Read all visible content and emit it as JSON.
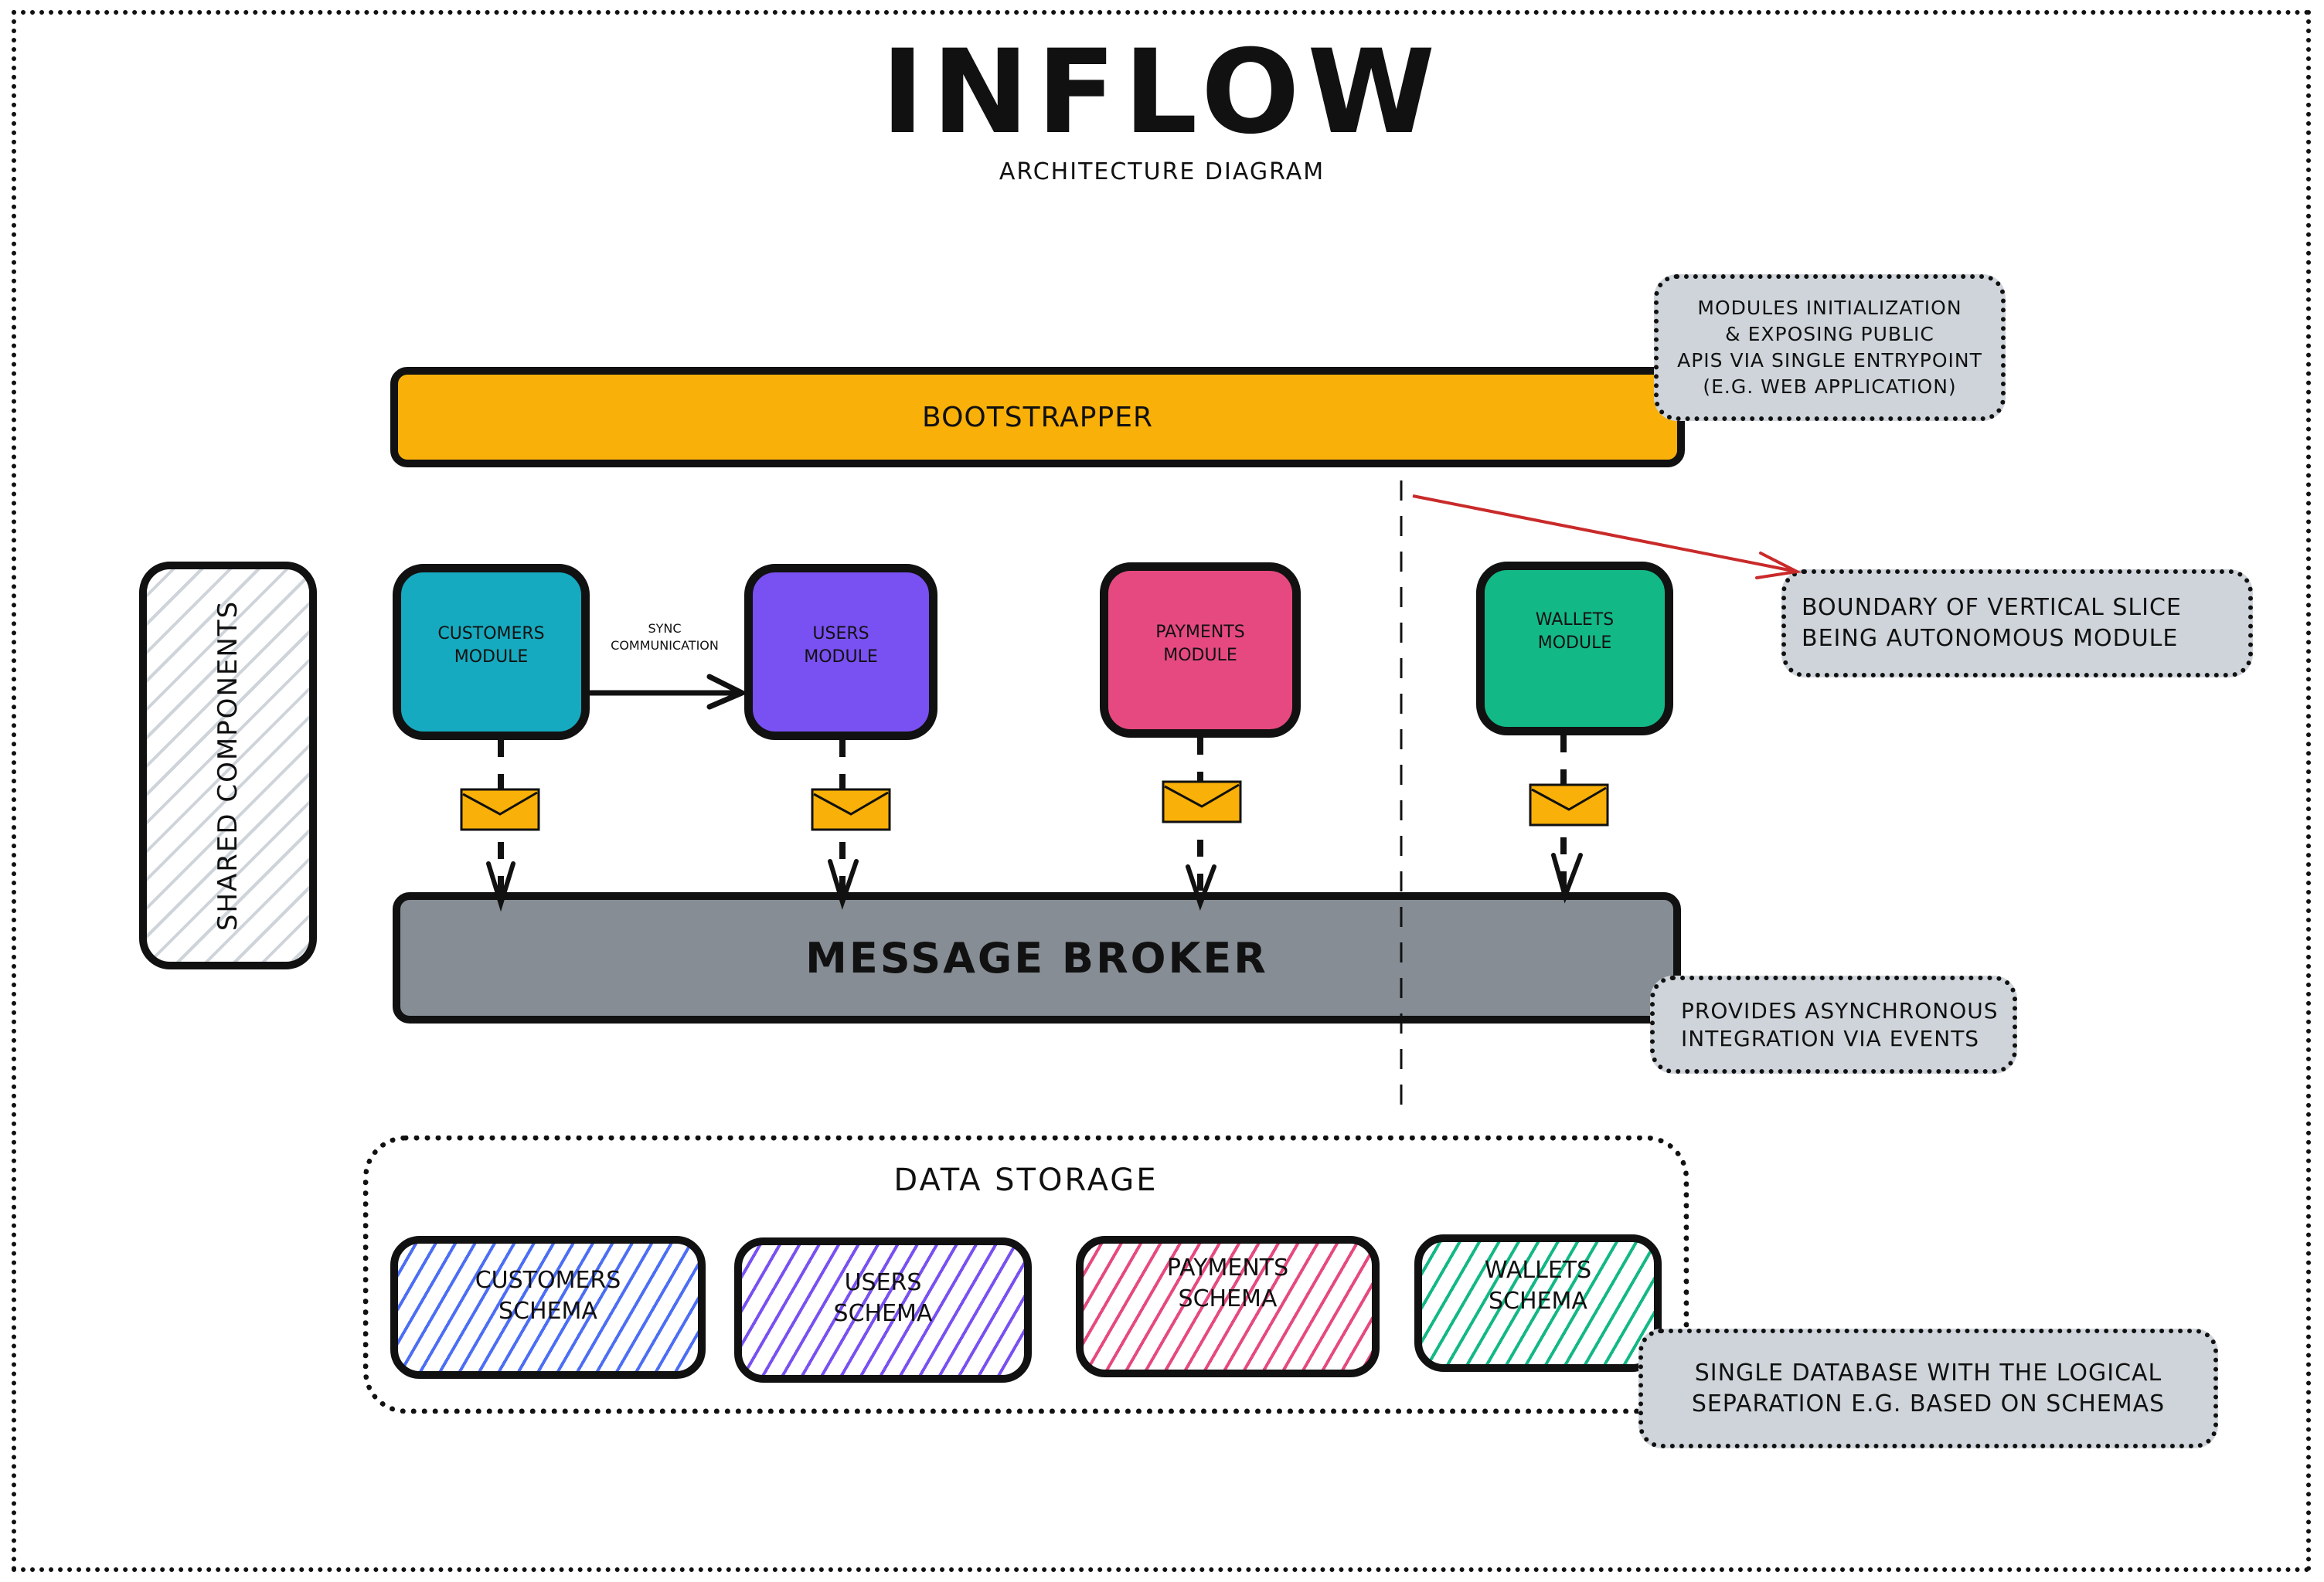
{
  "header": {
    "title": "INFLOW",
    "subtitle": "ARCHITECTURE DIAGRAM"
  },
  "bootstrapper": {
    "label": "BOOTSTRAPPER",
    "color": "#f9b008"
  },
  "notes": {
    "bootstrapper": "MODULES INITIALIZATION & EXPOSING PUBLIC APIS VIA SINGLE ENTRYPOINT (E.G. WEB APPLICATION)",
    "bootstrapper_lines": [
      "MODULES INITIALIZATION",
      "& EXPOSING PUBLIC",
      "APIS VIA SINGLE ENTRYPOINT",
      "(E.G. WEB APPLICATION)"
    ],
    "boundary_lines": [
      "BOUNDARY OF VERTICAL SLICE",
      "BEING AUTONOMOUS MODULE"
    ],
    "broker_lines": [
      "PROVIDES ASYNCHRONOUS",
      "INTEGRATION VIA EVENTS"
    ],
    "database_lines": [
      "SINGLE DATABASE WITH THE LOGICAL",
      "SEPARATION E.G. BASED ON SCHEMAS"
    ],
    "color": "#ced4da"
  },
  "shared_components": {
    "label": "SHARED COMPONENTS"
  },
  "modules": [
    {
      "name": "CUSTOMERS",
      "suffix": "MODULE",
      "color": "#15aabf"
    },
    {
      "name": "USERS",
      "suffix": "MODULE",
      "color": "#7950f2"
    },
    {
      "name": "PAYMENTS",
      "suffix": "MODULE",
      "color": "#e64980"
    },
    {
      "name": "WALLETS",
      "suffix": "MODULE",
      "color": "#12b886"
    }
  ],
  "sync_communication": {
    "line1": "SYNC",
    "line2": "COMMUNICATION",
    "from": "CUSTOMERS MODULE",
    "to": "USERS MODULE"
  },
  "message_broker": {
    "label": "MESSAGE BROKER",
    "color": "#868d94"
  },
  "event_icon": "envelope-icon",
  "event_color": "#f9b008",
  "boundary_arrow_color": "#c92a2a",
  "data_storage": {
    "title": "DATA STORAGE",
    "schemas": [
      {
        "name": "CUSTOMERS",
        "suffix": "SCHEMA",
        "color": "#4c6ef5"
      },
      {
        "name": "USERS",
        "suffix": "SCHEMA",
        "color": "#7950f2"
      },
      {
        "name": "PAYMENTS",
        "suffix": "SCHEMA",
        "color": "#e64980"
      },
      {
        "name": "WALLETS",
        "suffix": "SCHEMA",
        "color": "#12b886"
      }
    ]
  }
}
